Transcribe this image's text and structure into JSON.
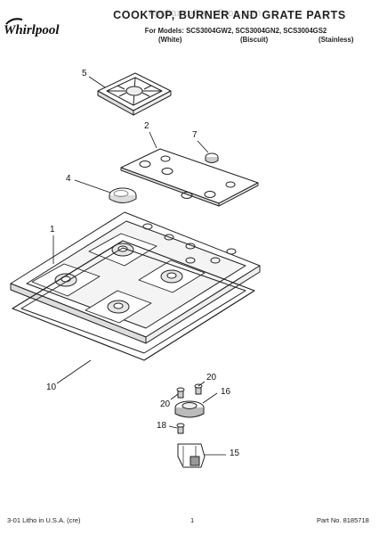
{
  "header": {
    "title": "COOKTOP, BURNER AND GRATE PARTS",
    "watermark": "AppliancePartsPros.com",
    "models_line": "For Models: SCS3004GW2, SCS3004GN2, SCS3004GS2",
    "variants": [
      "(White)",
      "(Biscuit)",
      "(Stainless)"
    ]
  },
  "brand": {
    "logo_text": "Whirlpool"
  },
  "callouts": {
    "c1": "1",
    "c2": "2",
    "c4": "4",
    "c5": "5",
    "c7": "7",
    "c10": "10",
    "c15": "15",
    "c16": "16",
    "c18": "18",
    "c20a": "20",
    "c20b": "20"
  },
  "footer": {
    "left": "3-01 Litho in U.S.A. (cre)",
    "center": "1",
    "right": "Part No. 8185718"
  }
}
